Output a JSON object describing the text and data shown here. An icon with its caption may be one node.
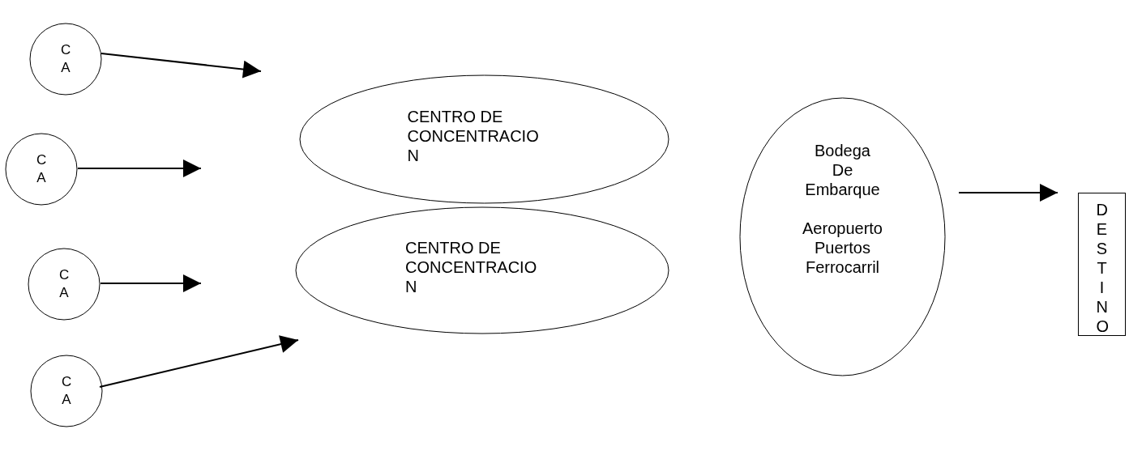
{
  "diagram": {
    "nodes": [
      {
        "text": [
          "C A"
        ]
      },
      {
        "text": [
          "C A"
        ]
      },
      {
        "text": [
          "C A"
        ]
      },
      {
        "text": [
          "C A"
        ]
      },
      {
        "text": [
          "CENTRO DE CONCENTRACIO N"
        ]
      },
      {
        "text": [
          "CENTRO DE CONCENTRACIO N"
        ]
      },
      {
        "text": [
          "Bodega De Embarque",
          "Aeropuerto Puertos Ferrocarril"
        ]
      },
      {
        "text": [
          "DESTINO"
        ]
      }
    ],
    "edges": [
      {
        "from": 0,
        "to": null,
        "arrow": "to"
      },
      {
        "from": 1,
        "to": null,
        "arrow": "to"
      },
      {
        "from": 2,
        "to": null,
        "arrow": "to"
      },
      {
        "from": 3,
        "to": null,
        "arrow": "to"
      },
      {
        "from": 6,
        "to": 7,
        "arrow": "to"
      }
    ]
  }
}
